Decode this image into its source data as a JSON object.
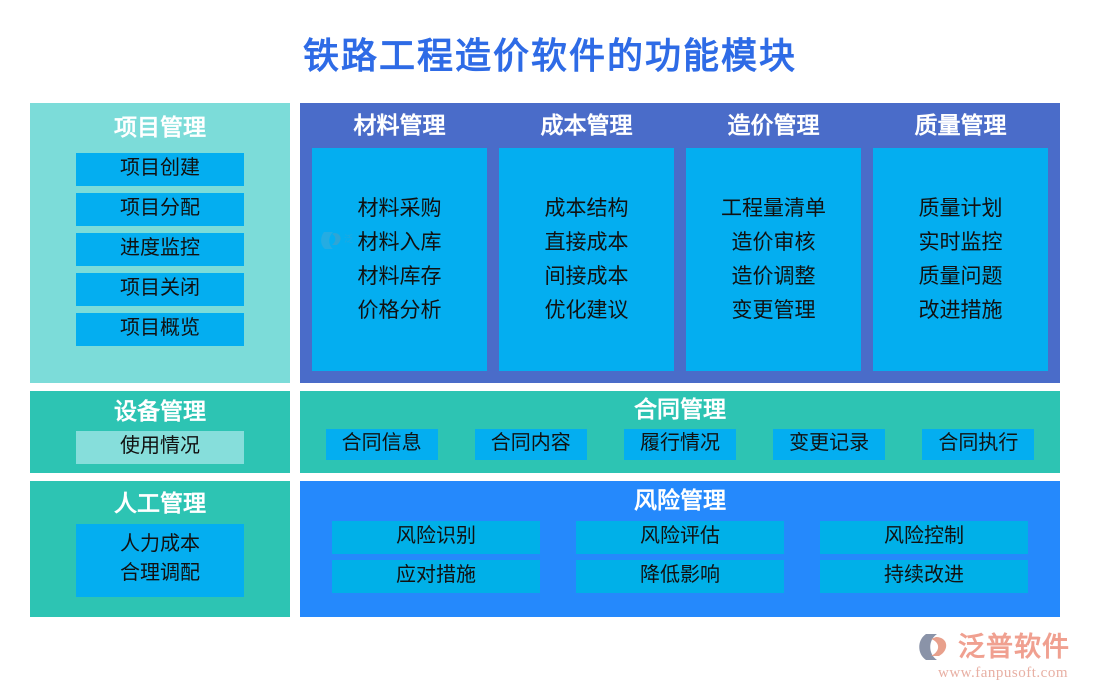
{
  "title": "铁路工程造价软件的功能模块",
  "theme": {
    "title_color": "#2E6BE6",
    "panel_teal_light": "#7CDCD9",
    "panel_teal_mid": "#2DC4B3",
    "panel_blue_main": "#4A6CC9",
    "panel_blue_risk": "#2589FC",
    "button_cyan": "#04AEF0",
    "button_cyan_risk": "#00B0E8",
    "button_pale_teal": "#86DEDB"
  },
  "project_panel": {
    "title": "项目管理",
    "items": [
      {
        "label": "项目创建"
      },
      {
        "label": "项目分配"
      },
      {
        "label": "进度监控"
      },
      {
        "label": "项目关闭"
      },
      {
        "label": "项目概览"
      }
    ]
  },
  "modules_panel": {
    "columns": [
      {
        "title": "材料管理",
        "items": [
          "材料采购",
          "材料入库",
          "材料库存",
          "价格分析"
        ]
      },
      {
        "title": "成本管理",
        "items": [
          "成本结构",
          "直接成本",
          "间接成本",
          "优化建议"
        ]
      },
      {
        "title": "造价管理",
        "items": [
          "工程量清单",
          "造价审核",
          "造价调整",
          "变更管理"
        ]
      },
      {
        "title": "质量管理",
        "items": [
          "质量计划",
          "实时监控",
          "质量问题",
          "改进措施"
        ]
      }
    ]
  },
  "equipment_panel": {
    "title": "设备管理",
    "items": [
      {
        "label": "使用情况"
      }
    ]
  },
  "contract_panel": {
    "title": "合同管理",
    "items": [
      {
        "label": "合同信息"
      },
      {
        "label": "合同内容"
      },
      {
        "label": "履行情况"
      },
      {
        "label": "变更记录"
      },
      {
        "label": "合同执行"
      }
    ]
  },
  "labor_panel": {
    "title": "人工管理",
    "items": [
      {
        "label": "人力成本"
      },
      {
        "label": "合理调配"
      }
    ]
  },
  "risk_panel": {
    "title": "风险管理",
    "items": [
      {
        "label": "风险识别"
      },
      {
        "label": "风险评估"
      },
      {
        "label": "风险控制"
      },
      {
        "label": "应对措施"
      },
      {
        "label": "降低影响"
      },
      {
        "label": "持续改进"
      }
    ]
  },
  "footer": {
    "brand": "泛普软件",
    "url": "www.fanpusoft.com",
    "logo_icon": "fanpu-logo-icon"
  }
}
